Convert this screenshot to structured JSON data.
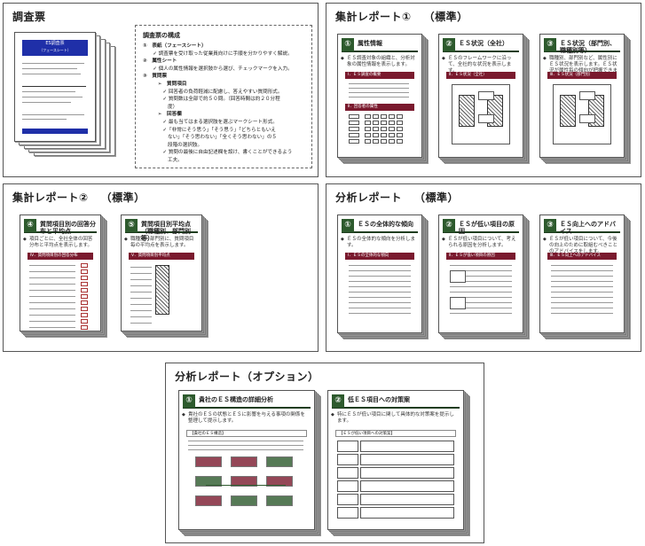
{
  "survey": {
    "title": "調査票",
    "cover_title": "ES調査票",
    "cover_subtitle": "（フェースシート）",
    "notes_heading": "調査票の構成",
    "notes": [
      {
        "text": "①　表紙（フェースシート）",
        "bold": true
      },
      {
        "text": "　　✓ 調査票を受け取った従業員向けに手順を分かりやすく解説。",
        "bold": false
      },
      {
        "text": "②　属性シート",
        "bold": true
      },
      {
        "text": "　　✓ 個人の属性情報を選択肢から選び、チェックマークを入力。",
        "bold": false
      },
      {
        "text": "③　質問票",
        "bold": true
      },
      {
        "text": "　　　➢　質問項目",
        "bold": true
      },
      {
        "text": "　　　　✓ 回答者の負荷軽減に配慮し、答えやすい質問形式。",
        "bold": false
      },
      {
        "text": "　　　　✓ 質問数は全部で約５０問。（回答時間は約２０分程",
        "bold": false
      },
      {
        "text": "　　　　　度）",
        "bold": false
      },
      {
        "text": "　　　➢　回答欄",
        "bold": true
      },
      {
        "text": "　　　　✓ 最も当てはまる選択肢を選ぶマークシート形式。",
        "bold": false
      },
      {
        "text": "　　　　✓「非常にそう思う」「そう思う」「どちらともいえ",
        "bold": false
      },
      {
        "text": "　　　　　ない」「そう思わない」「全くそう思わない」の５",
        "bold": false
      },
      {
        "text": "　　　　　段階の選択肢。",
        "bold": false
      },
      {
        "text": "　　　　✓ 質問の最後に自由記述欄を設け、書くことができるよう",
        "bold": false
      },
      {
        "text": "　　　　　工夫。",
        "bold": false
      }
    ]
  },
  "report1": {
    "title": "集計レポート①",
    "suffix": "（標準）",
    "cards": [
      {
        "num": "①",
        "title": "属性情報",
        "desc": "ＥＳ調査対象の組織と、分析対象の属性情報を表示します。",
        "mini": "Ⅰ．ＥＳ調査の概要"
      },
      {
        "num": "②",
        "title": "ＥＳ状況（全社）",
        "desc": "ＥＳのフレームワークに沿って、全社的な状況を表示します。",
        "mini": "Ⅱ．ＥＳ状況（全社）"
      },
      {
        "num": "③",
        "title": "ＥＳ状況（部門別、職種別等）",
        "desc": "職種別、部門別など、属性別にＥＳ状況を表示します。ＥＳ状況が属性毎の傾向が把握できます。",
        "mini": "Ⅲ．ＥＳ状況（部門別）"
      }
    ],
    "sub_header": "Ⅱ．回答者の属性"
  },
  "report2": {
    "title": "集計レポート②",
    "suffix": "（標準）",
    "cards": [
      {
        "num": "④",
        "title": "質問項目別の回答分布と平均点",
        "desc": "項目ごとに、全社全体の回答分布と平均点を表示します。",
        "mini": "Ⅳ．質問項目別の回答分布"
      },
      {
        "num": "⑤",
        "title": "質問項目別平均点（職種別、部門別等）",
        "desc": "職種別・部門別に、質問項目毎の平均点を表示します。",
        "mini": "Ⅴ．質問項目別平均点"
      }
    ]
  },
  "analysis": {
    "title": "分析レポート",
    "suffix": "（標準）",
    "cards": [
      {
        "num": "①",
        "title": "ＥＳの全体的な傾向",
        "desc": "ＥＳの全体的な傾向を分析します。",
        "mini": "Ⅰ．ＥＳの全体的な傾向"
      },
      {
        "num": "②",
        "title": "ＥＳが低い項目の原因",
        "desc": "ＥＳが低い項目について、考えられる原因を分析します。",
        "mini": "Ⅱ．ＥＳが低い項目の原因"
      },
      {
        "num": "③",
        "title": "ＥＳ向上へのアドバイス",
        "desc": "ＥＳが低い項目について、今後の向上のために取組むべきことのアドバイスをします。",
        "mini": "Ⅲ．ＥＳ向上へのアドバイス"
      }
    ]
  },
  "option": {
    "title": "分析レポート",
    "suffix": "（オプション）",
    "cards": [
      {
        "num": "①",
        "title": "貴社のＥＳ構造の詳細分析",
        "desc": "貴社のＥＳの状態とＥＳに影響を与える事項の関係を整理して提示します。",
        "mini": "【貴社のＥＳ構造】"
      },
      {
        "num": "②",
        "title": "低ＥＳ項目への対策案",
        "desc": "特にＥＳが低い項目に関して具体的な対策案を提示します。",
        "mini": "【ＥＳが低い項目への対策案】"
      }
    ]
  }
}
